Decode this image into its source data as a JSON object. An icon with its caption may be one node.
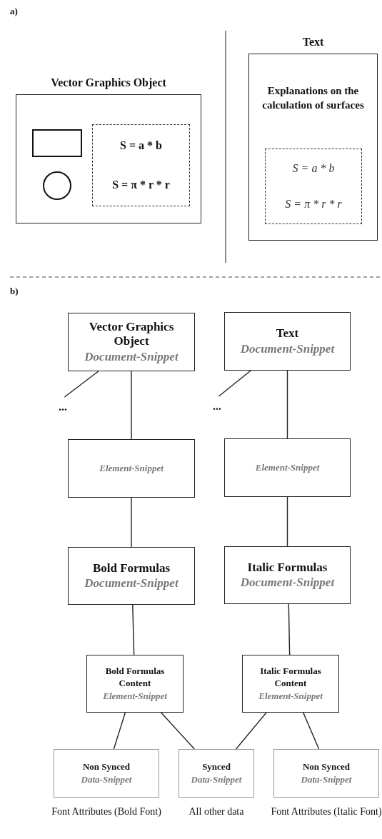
{
  "diagram": {
    "nodes": [
      {
        "text": [
          "Vector Graphics Object"
        ]
      },
      {
        "text": [],
        "shape": "box",
        "in": 0
      },
      {
        "text": [],
        "shape": "circle",
        "in": 0
      },
      {
        "text": [
          "S = a * b",
          "S = π * r * r"
        ],
        "in": 0
      },
      {
        "text": [
          "Text",
          "Explanations on the calculation of surfaces"
        ]
      },
      {
        "text": [
          "S = a * b",
          "S = π * r * r"
        ],
        "in": 4
      },
      {
        "text": [
          "Vector Graphics Object",
          "Document-Snippet"
        ]
      },
      {
        "text": [
          "Text",
          "Document-Snippet"
        ]
      },
      {
        "text": [
          "..."
        ]
      },
      {
        "text": [
          "..."
        ]
      },
      {
        "text": [
          "Element-Snippet"
        ]
      },
      {
        "text": [
          "Element-Snippet"
        ]
      },
      {
        "text": [
          "Bold Formulas",
          "Document-Snippet"
        ]
      },
      {
        "text": [
          "Italic Formulas",
          "Document-Snippet"
        ]
      },
      {
        "text": [
          "Bold Formulas Content",
          "Element-Snippet"
        ]
      },
      {
        "text": [
          "Italic Formulas Content",
          "Element-Snippet"
        ]
      },
      {
        "text": [
          "Non Synced",
          "Data-Snippet"
        ],
        "beside": [
          "Font Attributes (Bold Font)"
        ]
      },
      {
        "text": [
          "Synced",
          "Data-Snippet"
        ],
        "beside": [
          "All other data"
        ]
      },
      {
        "text": [
          "Non Synced",
          "Data-Snippet"
        ],
        "beside": [
          "Font Attributes (Italic Font)"
        ]
      }
    ],
    "edges": [
      {
        "from": 6,
        "to": 8,
        "arrow": "none"
      },
      {
        "from": 6,
        "to": 10,
        "arrow": "none"
      },
      {
        "from": 7,
        "to": 9,
        "arrow": "none"
      },
      {
        "from": 7,
        "to": 11,
        "arrow": "none"
      },
      {
        "from": 10,
        "to": 12,
        "arrow": "none"
      },
      {
        "from": 11,
        "to": 13,
        "arrow": "none"
      },
      {
        "from": 12,
        "to": 14,
        "arrow": "none"
      },
      {
        "from": 13,
        "to": 15,
        "arrow": "none"
      },
      {
        "from": 14,
        "to": 16,
        "arrow": "none"
      },
      {
        "from": 14,
        "to": 17,
        "arrow": "none"
      },
      {
        "from": 15,
        "to": 17,
        "arrow": "none"
      },
      {
        "from": 15,
        "to": 18,
        "arrow": "none"
      }
    ],
    "labels": [
      "a)",
      "b)"
    ]
  }
}
